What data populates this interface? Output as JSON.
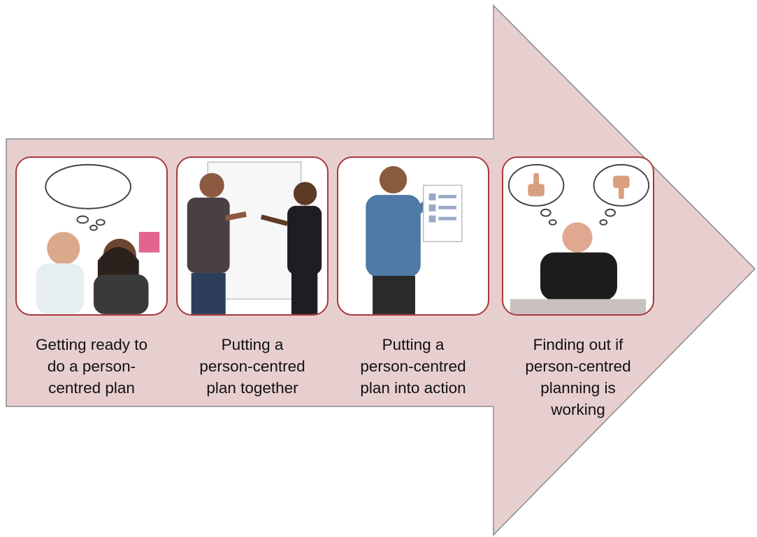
{
  "colors": {
    "arrow_fill": "#e8cfcf",
    "arrow_stroke": "#8a8a8a",
    "frame_border": "#a8383c",
    "text": "#111111"
  },
  "steps": [
    {
      "caption_lines": [
        "Getting ready to",
        "do a person-",
        "centred plan"
      ],
      "picture": "two-people-thinking-with-thought-bubble"
    },
    {
      "caption_lines": [
        "Putting a",
        "person-centred",
        "plan together"
      ],
      "picture": "two-people-at-flipchart"
    },
    {
      "caption_lines": [
        "Putting a",
        "person-centred",
        "plan into action"
      ],
      "picture": "man-pointing-at-plan"
    },
    {
      "caption_lines": [
        "Finding out if",
        "person-centred",
        "planning is",
        "working"
      ],
      "picture": "man-thinking-thumbs-up-thumbs-down"
    }
  ]
}
